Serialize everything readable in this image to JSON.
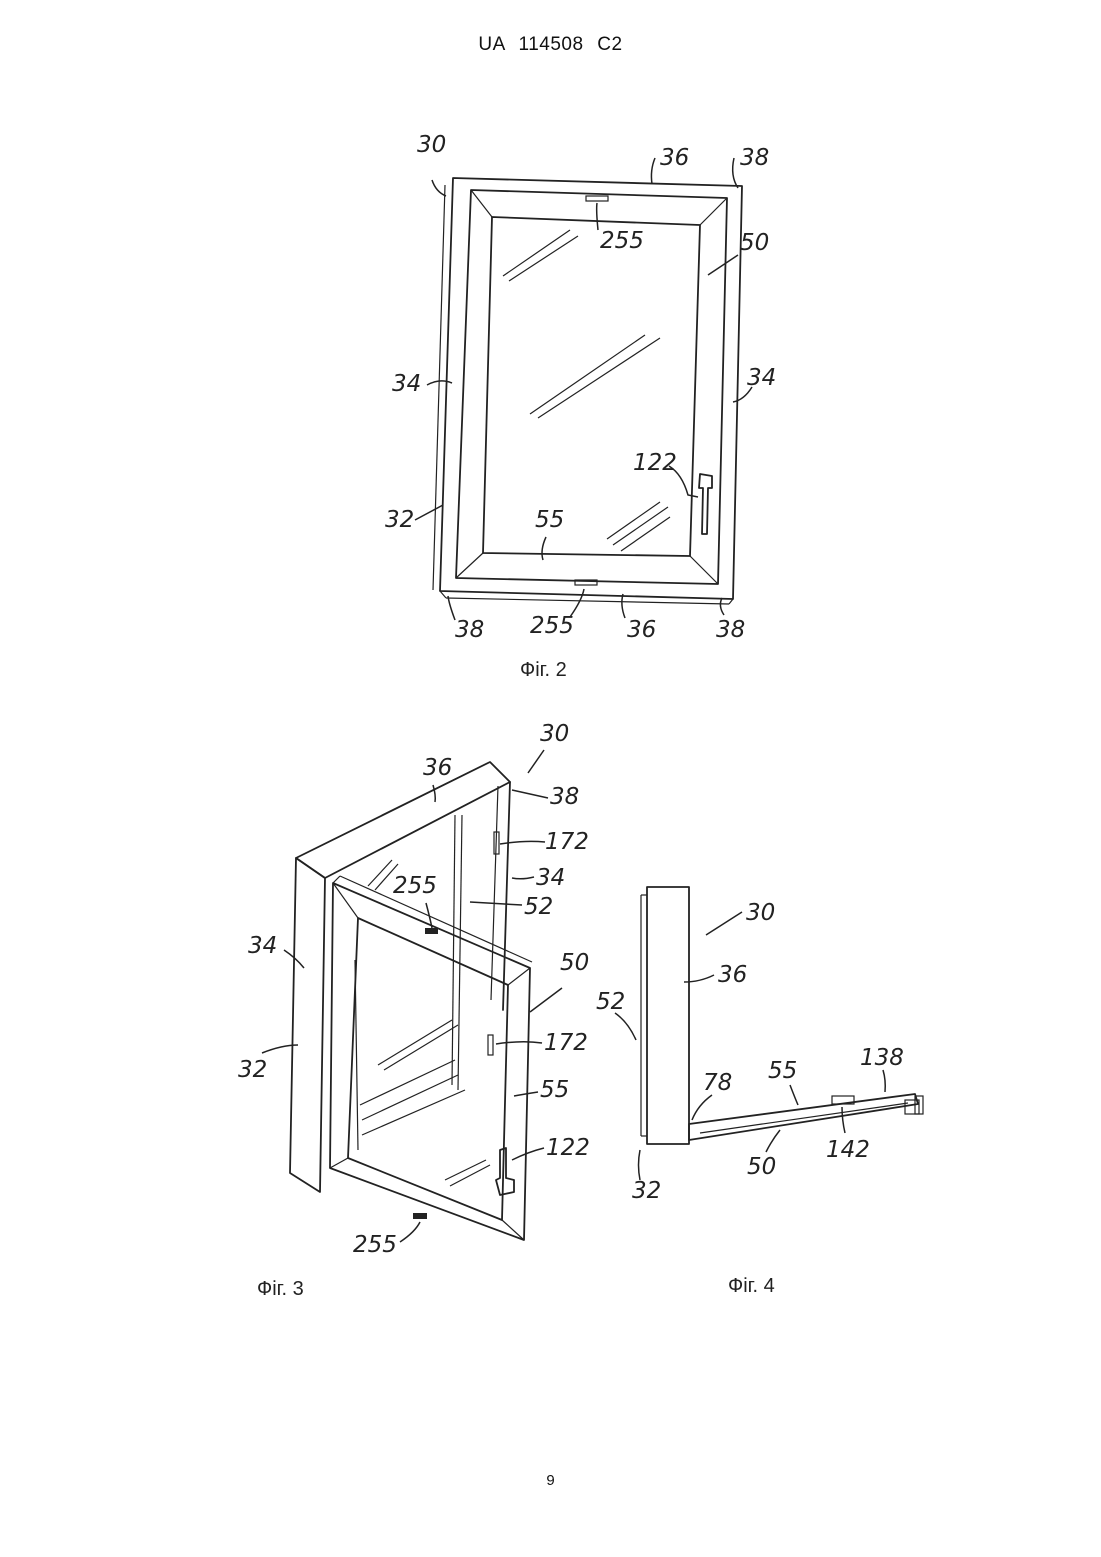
{
  "header": {
    "doc_number": "UA   114508   C2"
  },
  "page_number": "9",
  "figures": {
    "fig2": {
      "caption": "Фіг. 2",
      "labels": {
        "l30": "30",
        "l36a": "36",
        "l38a": "38",
        "l255a": "255",
        "l50": "50",
        "l34a": "34",
        "l34b": "34",
        "l122": "122",
        "l32": "32",
        "l55": "55",
        "l38b": "38",
        "l255b": "255",
        "l36b": "36",
        "l38c": "38"
      }
    },
    "fig3": {
      "caption": "Фіг. 3",
      "labels": {
        "l30": "30",
        "l36": "36",
        "l38": "38",
        "l172a": "172",
        "l34a": "34",
        "l255a": "255",
        "l52": "52",
        "l34b": "34",
        "l50": "50",
        "l172b": "172",
        "l32": "32",
        "l55": "55",
        "l122": "122",
        "l255b": "255"
      }
    },
    "fig4": {
      "caption": "Фіг. 4",
      "labels": {
        "l30": "30",
        "l52": "52",
        "l36": "36",
        "l138": "138",
        "l78": "78",
        "l55": "55",
        "l142": "142",
        "l50": "50",
        "l32": "32"
      }
    }
  }
}
